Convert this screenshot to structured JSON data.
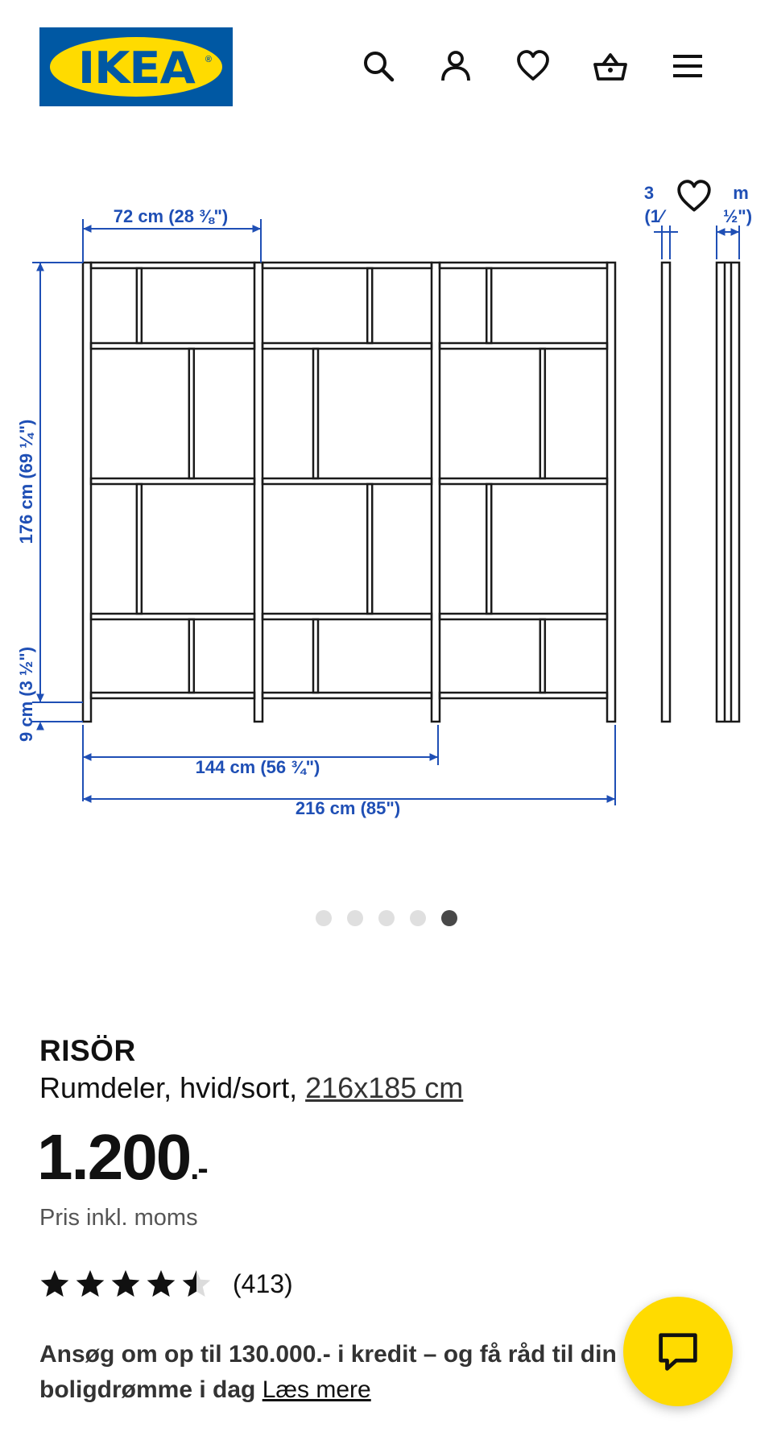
{
  "header": {
    "logo_text": "IKEA",
    "icons": [
      "search-icon",
      "account-icon",
      "favorites-icon",
      "basket-icon",
      "menu-icon"
    ]
  },
  "diagram": {
    "dim_width_unit": "72 cm (28 ⅜\")",
    "dim_height": "176 cm (69 ¼\")",
    "dim_foot": "9 cm (3 ½\")",
    "dim_double": "144 cm (56 ¾\")",
    "dim_total": "216 cm (85\")",
    "dim_side_a_top": "3",
    "dim_side_a_bottom": "(1⁄",
    "dim_side_b_top": "m",
    "dim_side_b_bottom": "½\")"
  },
  "carousel": {
    "count": 5,
    "active_index": 4
  },
  "product": {
    "name": "RISÖR",
    "description": "Rumdeler, hvid/sort, ",
    "size_link": "216x185 cm",
    "price": "1.200",
    "price_suffix": ".-",
    "vat_note": "Pris inkl. moms",
    "rating": 4.5,
    "rating_count": "(413)"
  },
  "credit": {
    "text": "Ansøg om op til 130.000.- i kredit – og få råd til din boligdrømme i dag ",
    "link": "Læs mere"
  },
  "colors": {
    "ikea_blue": "#0058a3",
    "ikea_yellow": "#ffdb00",
    "dimension_blue": "#1f4fb5"
  }
}
